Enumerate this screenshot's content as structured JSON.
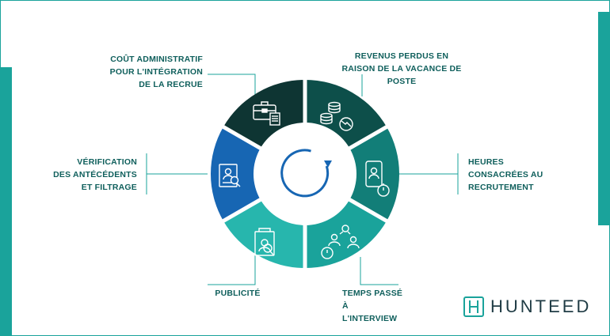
{
  "labels": {
    "cout_administratif": "COÛT ADMINISTRATIF\nPOUR L'INTÉGRATION\nDE LA RECRUE",
    "revenus_perdus": "REVENUS PERDUS EN\nRAISON DE LA VACANCE DE POSTE",
    "heures_recrutement": "HEURES\nCONSACRÉES AU\nRECRUTEMENT",
    "verification": "VÉRIFICATION\nDES ANTÉCÉDENTS\nET FILTRAGE",
    "publicite": "PUBLICITÉ",
    "temps_interview": "TEMPS PASSÉ\nÀ L'INTERVIEW"
  },
  "brand": {
    "name": "HUNTEED"
  },
  "colors": {
    "accent": "#1aa39b",
    "segment_revenus_perdus": "#0d4f4a",
    "segment_heures": "#127e78",
    "segment_interview": "#1aa39b",
    "segment_publicite": "#27b6ad",
    "segment_verification": "#1766b3",
    "segment_cout_administratif": "#0e3533",
    "label_text": "#0f5f5c"
  },
  "icons": {
    "cout_administratif": "briefcase-icon",
    "revenus_perdus": "coins-decline-icon",
    "heures_recrutement": "phone-stopwatch-icon",
    "temps_interview": "team-stopwatch-icon",
    "publicite": "ad-document-icon",
    "verification": "profile-search-icon",
    "center": "cycle-arrow-icon"
  }
}
